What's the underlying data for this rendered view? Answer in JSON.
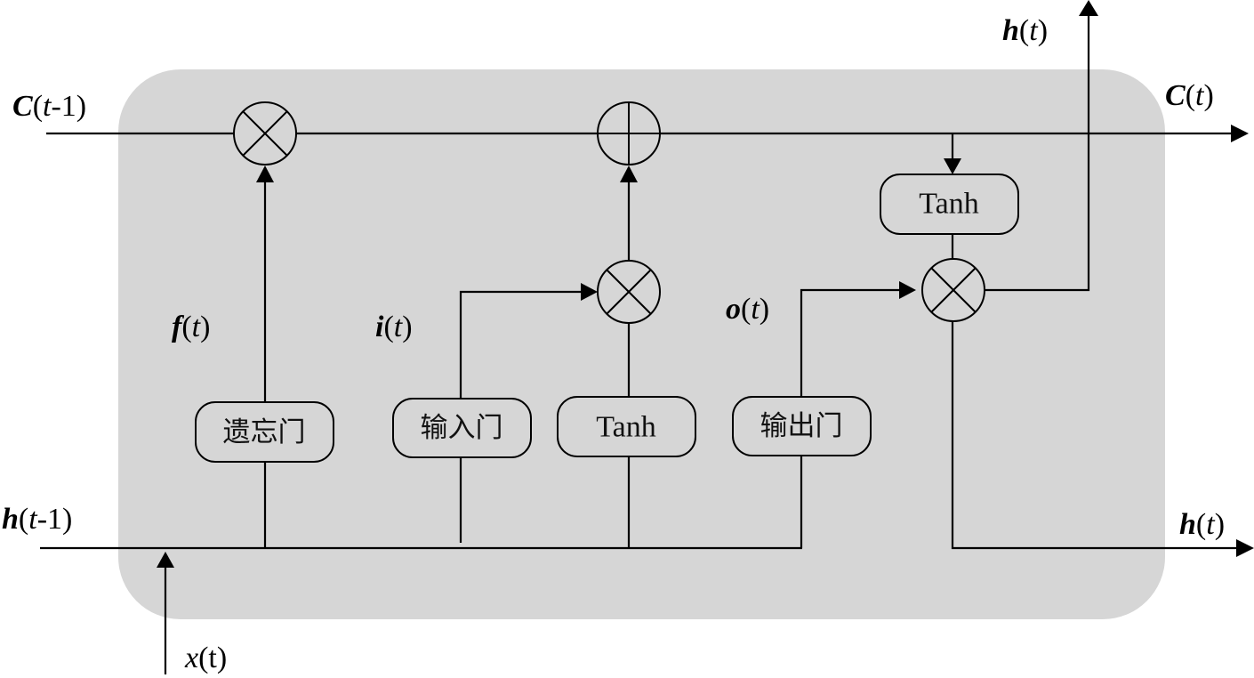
{
  "diagram": {
    "title": "LSTM cell",
    "colors": {
      "cell_background": "#d6d6d6",
      "line": "#000000",
      "page": "#ffffff"
    },
    "signals": {
      "c_prev": {
        "var": "C",
        "paren_open": "(",
        "arg": "t",
        "suffix": "-1",
        "paren_close": ")"
      },
      "c_next": {
        "var": "C",
        "paren_open": "(",
        "arg": "t",
        "suffix": "",
        "paren_close": ")"
      },
      "h_prev": {
        "var": "h",
        "paren_open": "(",
        "arg": "t",
        "suffix": "-1",
        "paren_close": ")"
      },
      "h_out_top": {
        "var": "h",
        "paren_open": "(",
        "arg": "t",
        "suffix": "",
        "paren_close": ")"
      },
      "h_out_right": {
        "var": "h",
        "paren_open": "(",
        "arg": "t",
        "suffix": "",
        "paren_close": ")"
      },
      "x_in": {
        "var": "x",
        "paren_open": "(",
        "arg": "t",
        "suffix": "",
        "paren_close": ")"
      },
      "f_gate": {
        "var": "f",
        "paren_open": "(",
        "arg": "t",
        "suffix": "",
        "paren_close": ")"
      },
      "i_gate": {
        "var": "i",
        "paren_open": "(",
        "arg": "t",
        "suffix": "",
        "paren_close": ")"
      },
      "o_gate": {
        "var": "o",
        "paren_open": "(",
        "arg": "t",
        "suffix": "",
        "paren_close": ")"
      }
    },
    "blocks": {
      "forget_gate": "遗忘门",
      "input_gate": "输入门",
      "candidate_tanh": "Tanh",
      "output_gate": "输出门",
      "cell_tanh": "Tanh"
    },
    "operators": {
      "forget_multiply": "multiply",
      "cell_add": "add",
      "input_multiply": "multiply",
      "output_multiply": "multiply"
    }
  }
}
